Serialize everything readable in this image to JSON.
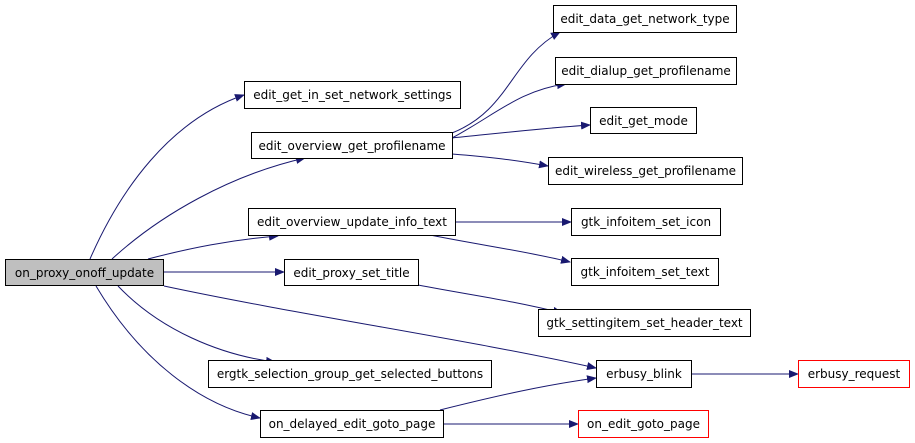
{
  "colors": {
    "edge": "#191970",
    "node_border": "#000000",
    "truncated_node_border": "#ff0000",
    "root_fill": "#bfbfbf"
  },
  "nodes": {
    "on_proxy_onoff_update": "on_proxy_onoff_update",
    "edit_get_in_set_network_settings": "edit_get_in_set_network_settings",
    "edit_overview_get_profilename": "edit_overview_get_profilename",
    "edit_data_get_network_type": "edit_data_get_network_type",
    "edit_dialup_get_profilename": "edit_dialup_get_profilename",
    "edit_get_mode": "edit_get_mode",
    "edit_wireless_get_profilename": "edit_wireless_get_profilename",
    "edit_overview_update_info_text": "edit_overview_update_info_text",
    "gtk_infoitem_set_icon": "gtk_infoitem_set_icon",
    "gtk_infoitem_set_text": "gtk_infoitem_set_text",
    "edit_proxy_set_title": "edit_proxy_set_title",
    "gtk_settingitem_set_header_text": "gtk_settingitem_set_header_text",
    "ergtk_selection_group_get_selected_buttons": "ergtk_selection_group_get_selected_buttons",
    "erbusy_blink": "erbusy_blink",
    "erbusy_request": "erbusy_request",
    "on_delayed_edit_goto_page": "on_delayed_edit_goto_page",
    "on_edit_goto_page": "on_edit_goto_page"
  }
}
